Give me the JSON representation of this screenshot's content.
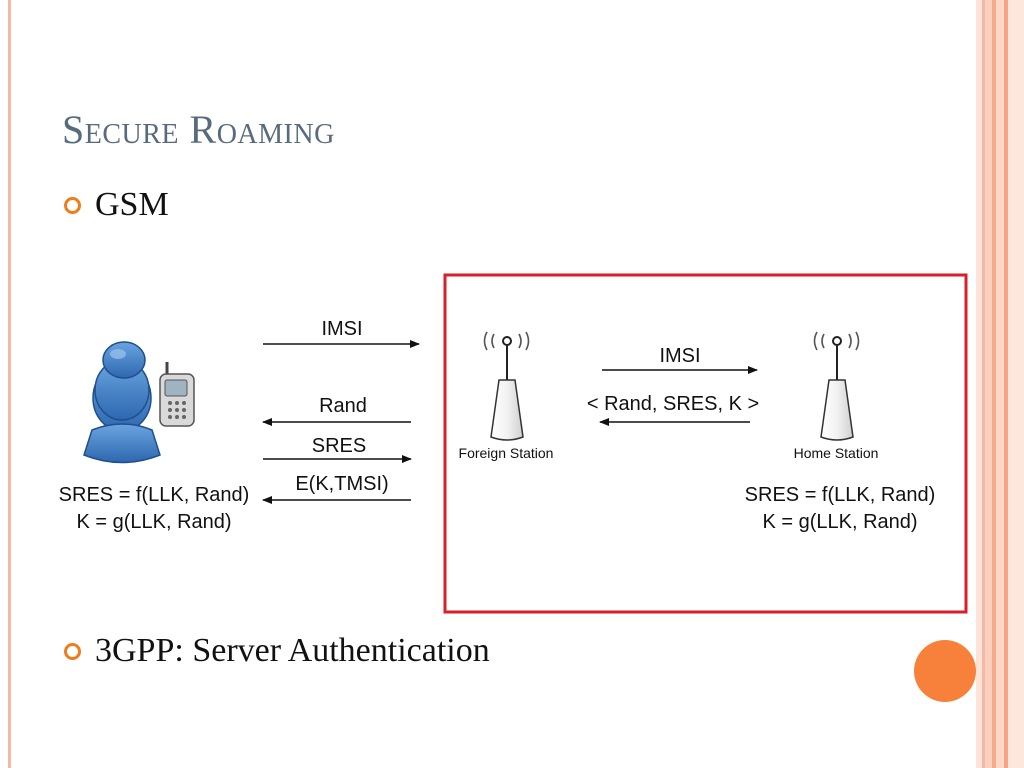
{
  "slide": {
    "title": "Secure Roaming",
    "bullets": [
      "GSM",
      "3GPP: Server Authentication"
    ]
  },
  "diagram": {
    "left_messages": {
      "imsi": "IMSI",
      "rand": "Rand",
      "sres": "SRES",
      "ek": "E(K,TMSI)"
    },
    "mobile_formulas": [
      "SRES = f(LLK, Rand)",
      "K = g(LLK, Rand)"
    ],
    "foreign_station": {
      "label": "Foreign Station"
    },
    "home_station": {
      "label": "Home Station",
      "formulas": [
        "SRES = f(LLK, Rand)",
        "K = g(LLK, Rand)"
      ]
    },
    "right_messages": {
      "imsi": "IMSI",
      "triplet": "< Rand, SRES, K >"
    },
    "colors": {
      "highlight_box": "#d6202a",
      "accent": "#f07c1c",
      "title": "#586b7e",
      "user_icon": "#3a78c0"
    },
    "icons": [
      "user-icon",
      "mobile-phone-icon",
      "antenna-tower-icon"
    ]
  }
}
